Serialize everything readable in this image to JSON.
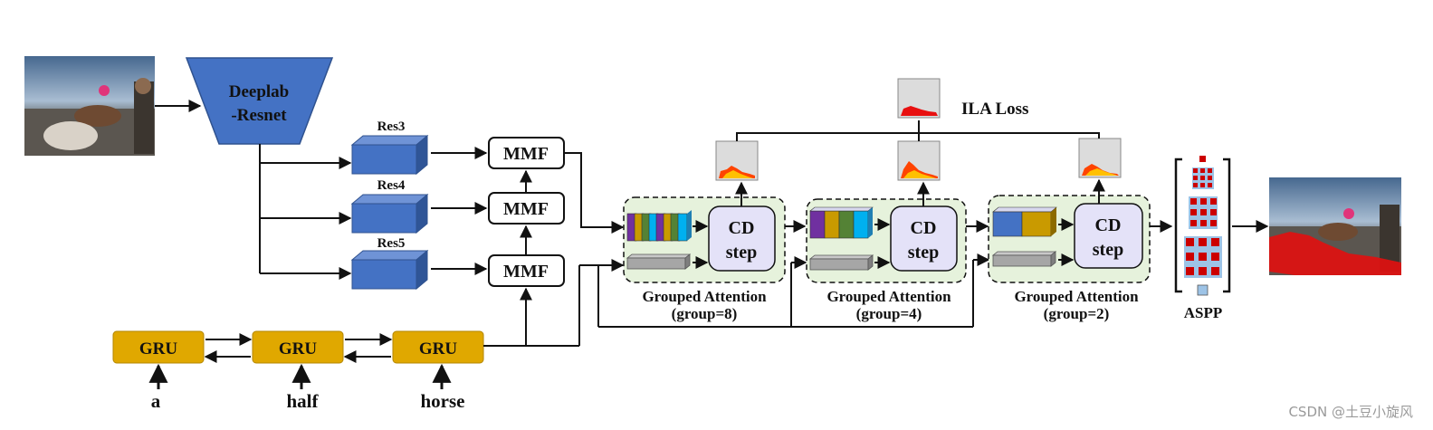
{
  "backbone": {
    "line1": "Deeplab",
    "line2": "-Resnet"
  },
  "res_blocks": [
    {
      "label": "Res3"
    },
    {
      "label": "Res4"
    },
    {
      "label": "Res5"
    }
  ],
  "mmf": [
    {
      "label": "MMF"
    },
    {
      "label": "MMF"
    },
    {
      "label": "MMF"
    }
  ],
  "gru": [
    {
      "label": "GRU",
      "word": "a"
    },
    {
      "label": "GRU",
      "word": "half"
    },
    {
      "label": "GRU",
      "word": "horse"
    }
  ],
  "attention_blocks": [
    {
      "line1": "Grouped Attention",
      "line2": "(group=8)",
      "cd_line1": "CD",
      "cd_line2": "step"
    },
    {
      "line1": "Grouped Attention",
      "line2": "(group=4)",
      "cd_line1": "CD",
      "cd_line2": "step"
    },
    {
      "line1": "Grouped Attention",
      "line2": "(group=2)",
      "cd_line1": "CD",
      "cd_line2": "step"
    }
  ],
  "loss": {
    "label": "ILA Loss"
  },
  "aspp": {
    "label": "ASPP"
  },
  "watermark": "CSDN @土豆小旋风",
  "colors": {
    "backbone": "#4472c4",
    "res": "#4472c4",
    "gru": "#e0a800",
    "attention_bg": "#e6f2dc",
    "cd_bg": "#e4e2f8",
    "aspp_red": "#cc0000",
    "aspp_blue": "#9dc3e6"
  }
}
